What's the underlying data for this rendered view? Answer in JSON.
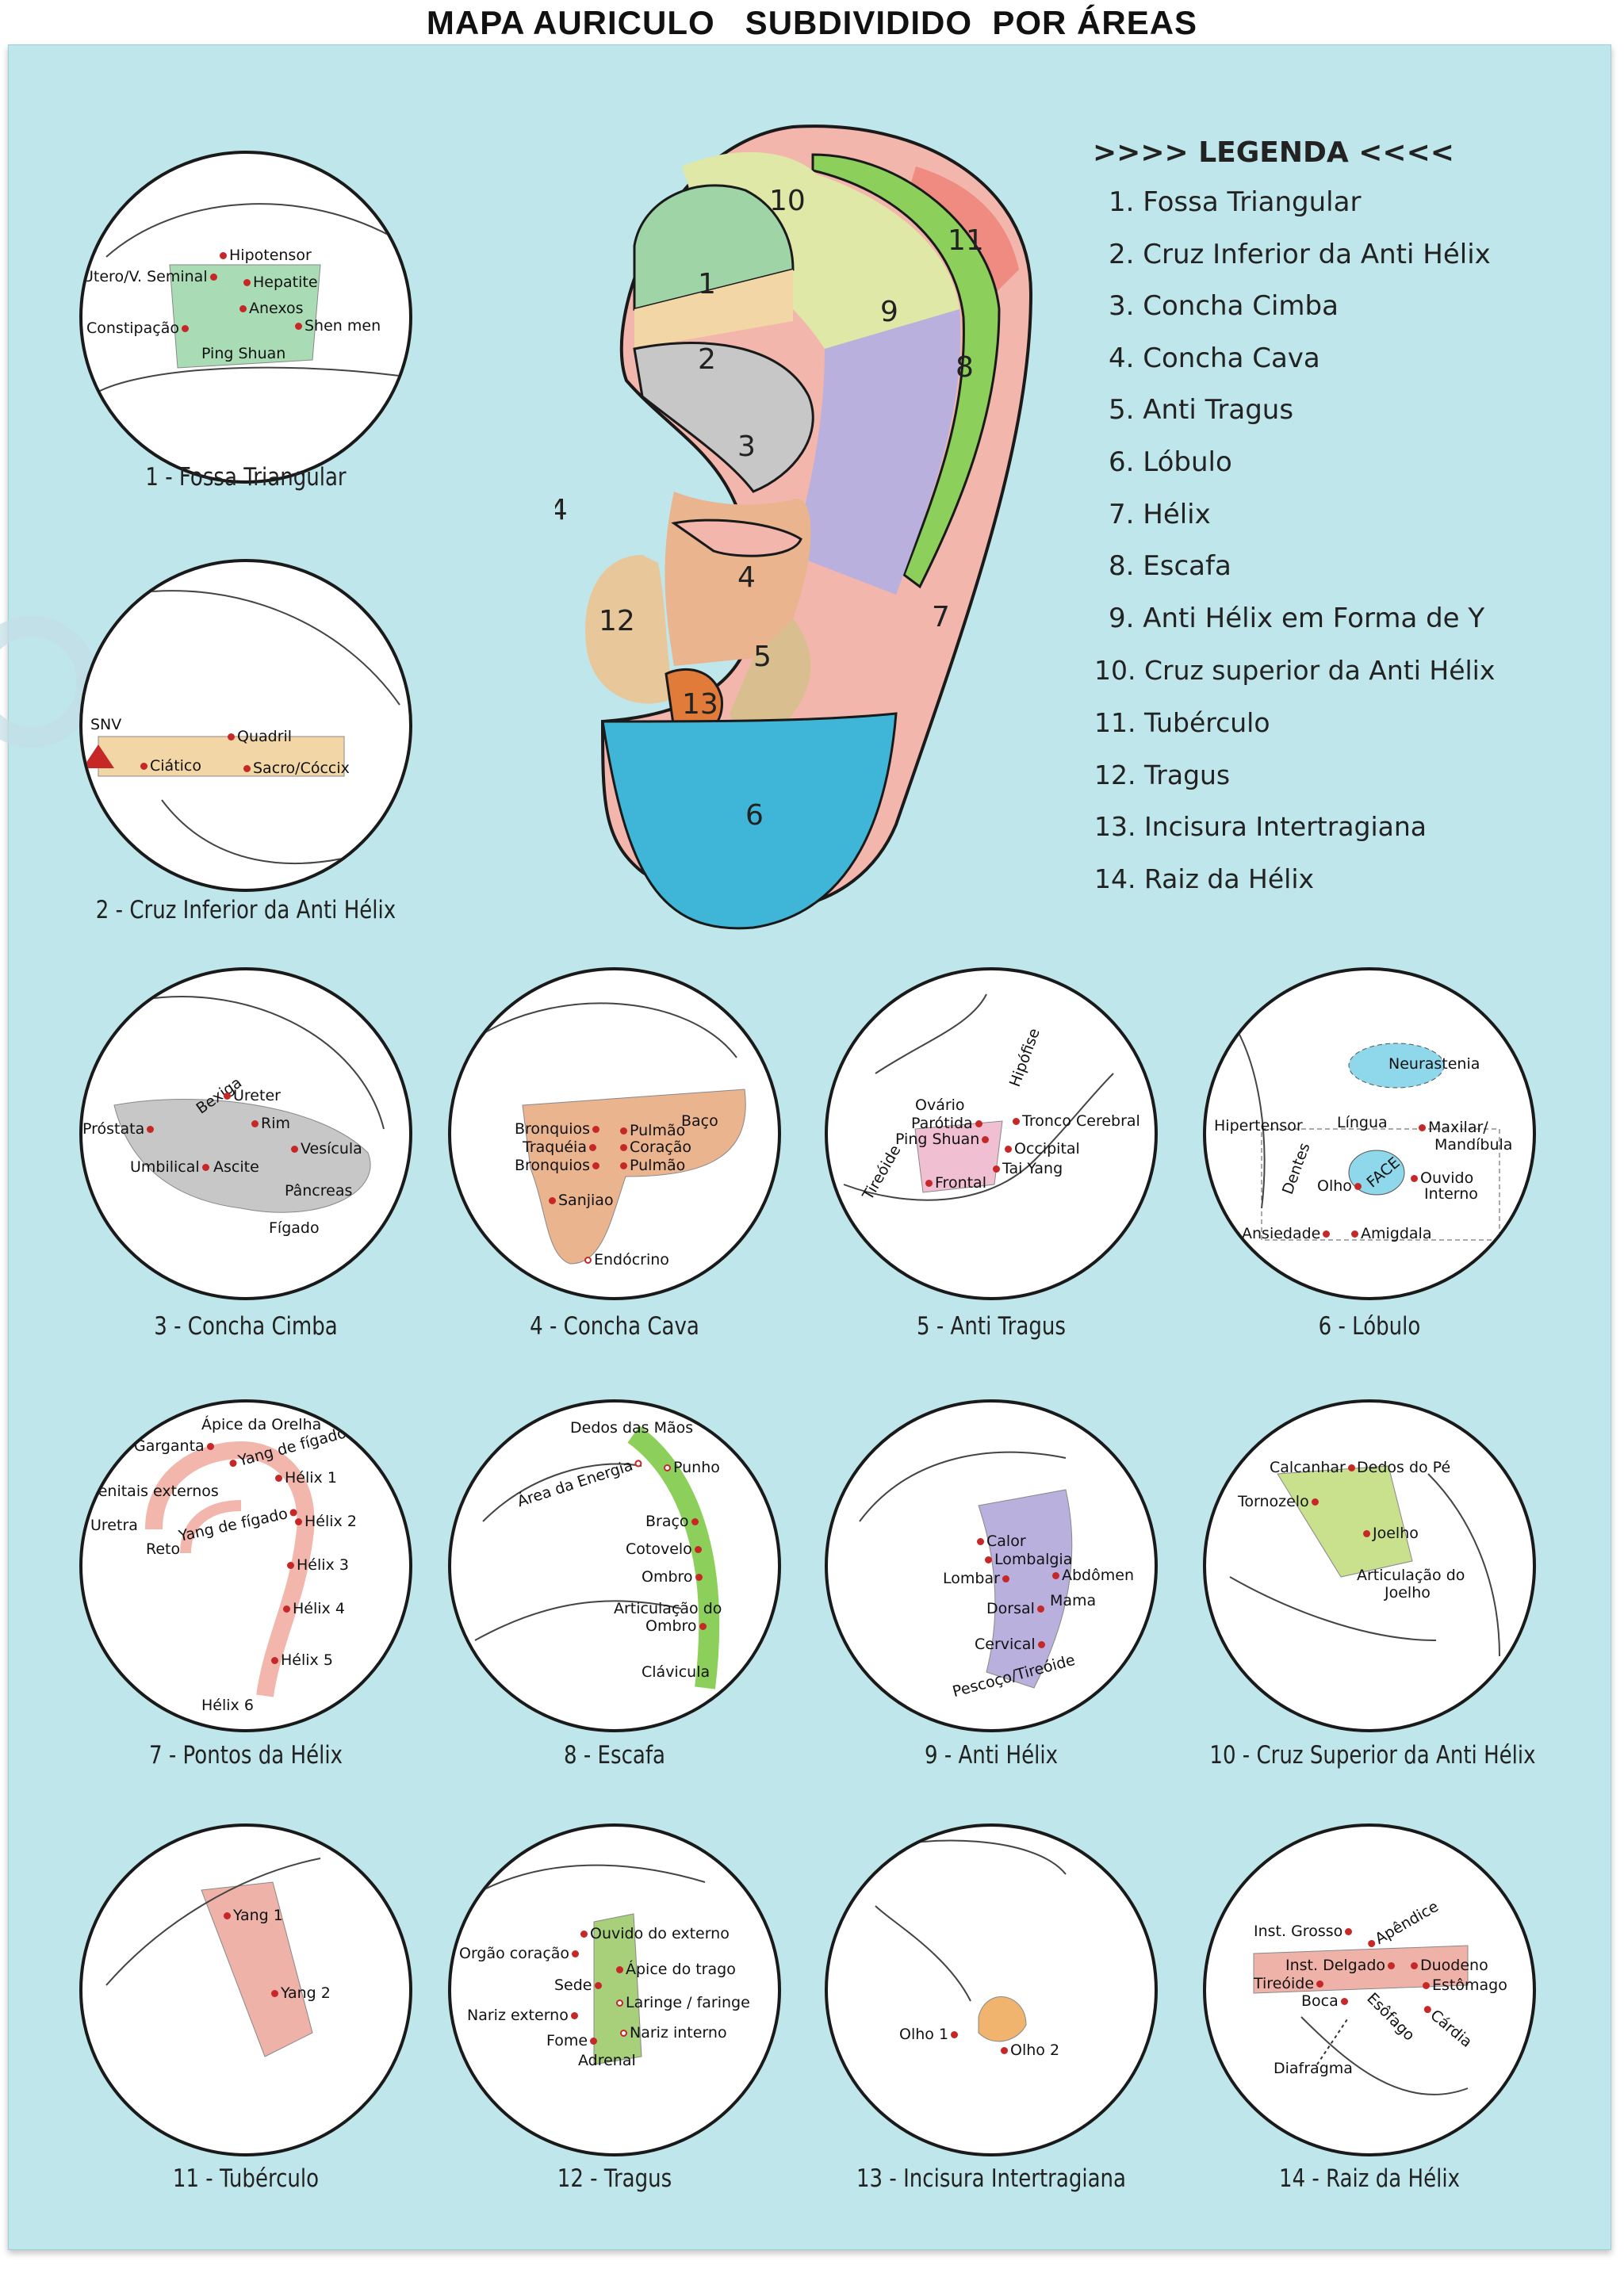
{
  "title": "MAPA AURICULO   SUBDIVIDIDO  POR ÁREAS",
  "watermark": "shop",
  "legend": {
    "title": ">>>> LEGENDA <<<<",
    "items": [
      "1. Fossa Triangular",
      "2. Cruz Inferior da Anti Hélix",
      "3. Concha Cimba",
      "4. Concha Cava",
      "5. Anti Tragus",
      "6. Lóbulo",
      "7. Hélix",
      "8. Escafa",
      "9. Anti Hélix em Forma de Y",
      "10. Cruz superior da Anti Hélix",
      "11. Tubérculo",
      "12. Tragus",
      "13. Incisura Intertragiana",
      "14. Raiz da Hélix"
    ]
  },
  "ear": {
    "numbers": [
      "1",
      "2",
      "3",
      "4",
      "5",
      "6",
      "7",
      "8",
      "9",
      "10",
      "11",
      "12",
      "13",
      "14"
    ],
    "colors": {
      "helix": "#f2b6ad",
      "fossa": "#9fd4a7",
      "cruz_inferior": "#f3d6a6",
      "concha_cimba": "#c7c7c7",
      "concha_cava": "#eab48f",
      "anti_tragus": "#d9bf8f",
      "lobulo": "#3fb6d8",
      "escafa": "#8ccf5a",
      "anti_helix": "#b9b0dd",
      "cruz_superior": "#dfe8a6",
      "tuberculo": "#ef8b80",
      "tragus": "#e8c79a",
      "incisura": "#e07b3a"
    }
  },
  "panels": [
    {
      "caption": "1 - Fossa Triangular",
      "points": [
        "Hipotensor",
        "Útero/V. Seminal",
        "Hepatite",
        "Anexos",
        "Shen men",
        "Constipação",
        "Ping Shuan"
      ]
    },
    {
      "caption": "2 - Cruz Inferior da Anti  Hélix",
      "points": [
        "SNV",
        "Quadril",
        "Ciático",
        "Sacro/Cóccix"
      ]
    },
    {
      "caption": "3 - Concha Cimba",
      "points": [
        "Bexiga",
        "Ureter",
        "Próstata",
        "Rim",
        "Umbilical",
        "Ascite",
        "Vesícula",
        "Pâncreas",
        "Fígado"
      ]
    },
    {
      "caption": "4 - Concha Cava",
      "points": [
        "Baço",
        "Bronquios",
        "Pulmão",
        "Traquéia",
        "Coração",
        "Bronquios",
        "Pulmão",
        "Sanjiao",
        "Endócrino"
      ]
    },
    {
      "caption": "5 - Anti Tragus",
      "points": [
        "Hipófise",
        "Ovário",
        "Tronco Cerebral",
        "Parótida",
        "Ping Shuan",
        "Occipital",
        "Tireóide",
        "Tai Yang",
        "Frontal"
      ]
    },
    {
      "caption": "6 - Lóbulo",
      "points": [
        "Neurastenia",
        "Hipertensor",
        "Língua",
        "Maxilar/",
        "Mandíbula",
        "Dentes",
        "FACE",
        "Olho",
        "Ouvido",
        "Interno",
        "Ansiedade",
        "Amigdala"
      ]
    },
    {
      "caption": "7 - Pontos da Hélix",
      "points": [
        "Ápice da Orelha",
        "Garganta",
        "Yang de fígado",
        "Hélix 1",
        "Genitais externos",
        "Hélix 2",
        "Uretra",
        "Yang de fígado",
        "Reto",
        "Hélix 3",
        "Hélix 4",
        "Hélix 5",
        "Hélix 6"
      ]
    },
    {
      "caption": "8 - Escafa",
      "points": [
        "Dedos das Mãos",
        "Área da Energia",
        "Punho",
        "Braço",
        "Cotovelo",
        "Ombro",
        "Articulação do",
        "Ombro",
        "Clávicula"
      ]
    },
    {
      "caption": "9 - Anti Hélix",
      "points": [
        "Calor",
        "Lombalgia",
        "Lombar",
        "Abdômen",
        "Dorsal",
        "Mama",
        "Cervical",
        "Pescoço/Tireóide"
      ]
    },
    {
      "caption": "10 - Cruz Superior da Anti Hélix",
      "points": [
        "Calcanhar",
        "Dedos do Pé",
        "Tornozelo",
        "Joelho",
        "Articulação do",
        "Joelho"
      ]
    },
    {
      "caption": "11 - Tubérculo",
      "points": [
        "Yang 1",
        "Yang 2"
      ]
    },
    {
      "caption": "12 - Tragus",
      "points": [
        "Ouvido do externo",
        "Orgão coração",
        "Ápice do trago",
        "Sede",
        "Laringe / faringe",
        "Nariz externo",
        "Nariz interno",
        "Fome",
        "Adrenal"
      ]
    },
    {
      "caption": "13 - Incisura Intertragiana",
      "points": [
        "Olho 1",
        "Olho 2"
      ]
    },
    {
      "caption": "14 - Raiz da Hélix",
      "points": [
        "Inst. Grosso",
        "Apêndice",
        "Inst. Delgado",
        "Duodeno",
        "Tireóide",
        "Estômago",
        "Boca",
        "Esôfago",
        "Cárdia",
        "Diafragma"
      ]
    }
  ]
}
